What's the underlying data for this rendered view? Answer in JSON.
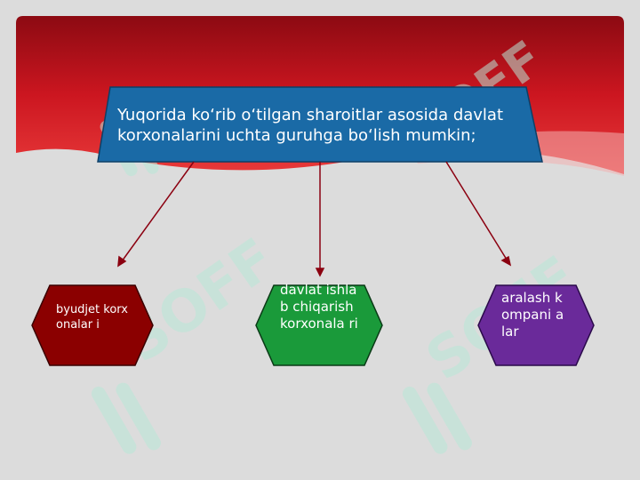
{
  "slide": {
    "title": "Yuqorida ko‘rib o‘tilgan sharoitlar asosida davlat korxonalarini uchta guruhga bo‘lish mumkin;"
  },
  "nodes": [
    {
      "label": "byudjet korxonalar i",
      "color": "#8b0000"
    },
    {
      "label": "davlat ishlab chiqarish korxonala ri",
      "color": "#1a9a3a"
    },
    {
      "label": "aralash kompani a lar",
      "color": "#6a2a9a"
    }
  ],
  "colors": {
    "banner": "#1a6aa6",
    "header": "#c8141e",
    "arrow": "#8b0010",
    "background": "#dcdcdc"
  },
  "watermark": "SOFF"
}
